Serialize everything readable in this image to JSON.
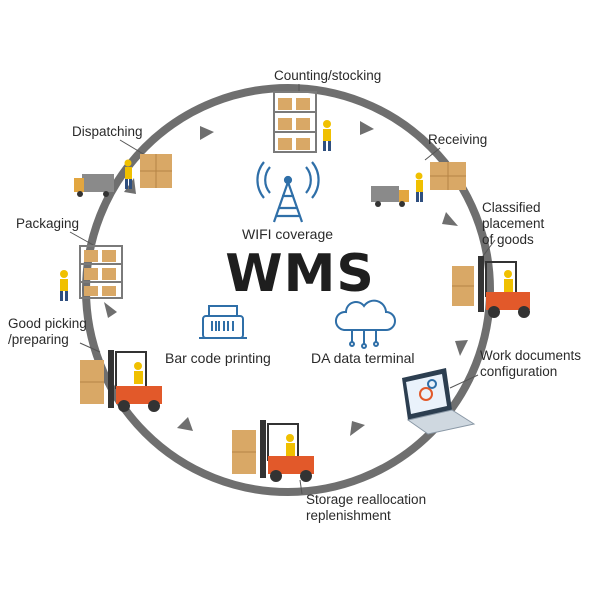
{
  "title": "WMS",
  "features": {
    "wifi": "WIFI coverage",
    "barcode": "Bar code printing",
    "terminal": "DA data terminal"
  },
  "stages": {
    "counting": "Counting/stocking",
    "receiving": "Receiving",
    "classified": [
      "Classified",
      "placement",
      "of goods"
    ],
    "work_docs": [
      "Work documents",
      "configuration"
    ],
    "storage": [
      "Storage reallocation",
      "replenishment"
    ],
    "picking": [
      "Good picking",
      "/preparing"
    ],
    "packaging": "Packaging",
    "dispatching": "Dispatching"
  },
  "colors": {
    "ring": "#6f6f6f",
    "icon_blue": "#2f6fa8",
    "forklift_orange": "#e2592a",
    "box_tan": "#d9a866",
    "truck_gray": "#8a8a8a"
  }
}
